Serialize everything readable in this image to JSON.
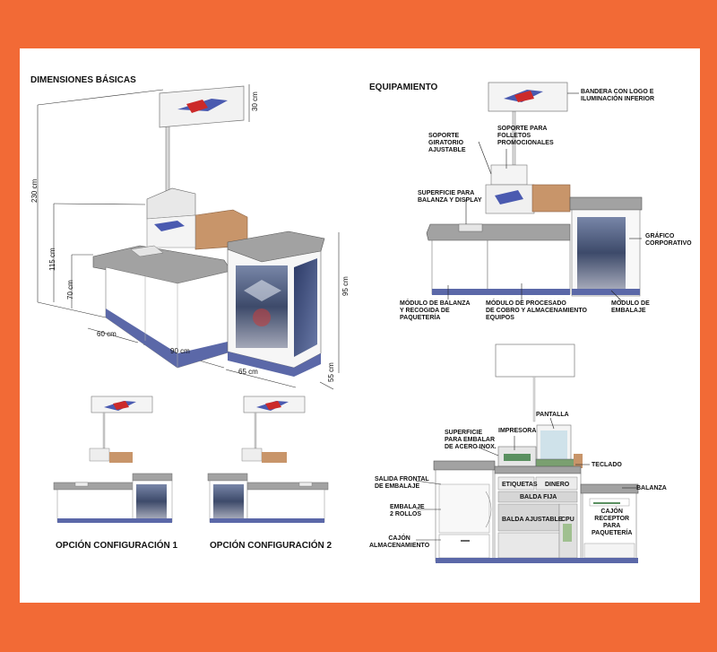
{
  "sections": {
    "basic_dimensions": "DIMENSIONES BÁSICAS",
    "equipment": "EQUIPAMIENTO",
    "option1": "OPCIÓN CONFIGURACIÓN 1",
    "option2": "OPCIÓN CONFIGURACIÓN 2"
  },
  "dimensions": {
    "d230": "230 cm",
    "d115": "115 cm",
    "d70": "70 cm",
    "d30": "30 cm",
    "d95": "95 cm",
    "d60": "60 cm",
    "d90": "90 cm",
    "d65": "65 cm",
    "d55": "55 cm"
  },
  "equipment_labels": {
    "flag": "BANDERA CON LOGO E\nILUMINACIÓN INFERIOR",
    "rotating_support": "SOPORTE\nGIRATORIO\nAJUSTABLE",
    "brochure_support": "SOPORTE PARA\nFOLLETOS\nPROMOCIONALES",
    "scale_surface": "SUPERFICIE PARA\nBALANZA Y DISPLAY",
    "corporate_graphic": "GRÁFICO\nCORPORATIVO",
    "scale_module": "MÓDULO DE BALANZA\nY RECOGIDA DE\nPAQUETERÍA",
    "processing_module": "MÓDULO DE PROCESADO\nDE COBRO Y ALMACENAMIENTO\nEQUIPOS",
    "packing_module": "MÓDULO DE\nEMBALAJE"
  },
  "detail_labels": {
    "screen": "PANTALLA",
    "printer": "IMPRESORA",
    "steel_surface": "SUPERFICIE\nPARA EMBALAR\nDE ACERO INOX.",
    "keyboard": "TECLADO",
    "front_exit": "SALIDA FRONTAL\nDE EMBALAJE",
    "labels": "ETIQUETAS",
    "money": "DINERO",
    "scale": "BALANZA",
    "fixed_shelf": "BALDA FIJA",
    "wrap_rolls": "EMBALAJE\n2 ROLLOS",
    "adjustable_shelf": "BALDA AJUSTABLE",
    "cpu": "CPU",
    "receiver_drawer": "CAJÓN\nRECEPTOR\nPARA\nPAQUETERÍA",
    "storage_drawer": "CAJÓN\nALMACENAMIENTO"
  },
  "colors": {
    "background": "#f26a36",
    "sheet": "#ffffff",
    "counter_base": "#5b68a8",
    "top": "#9a9a9a",
    "wood": "#c8956a",
    "graphic": "#3d4a6a"
  }
}
